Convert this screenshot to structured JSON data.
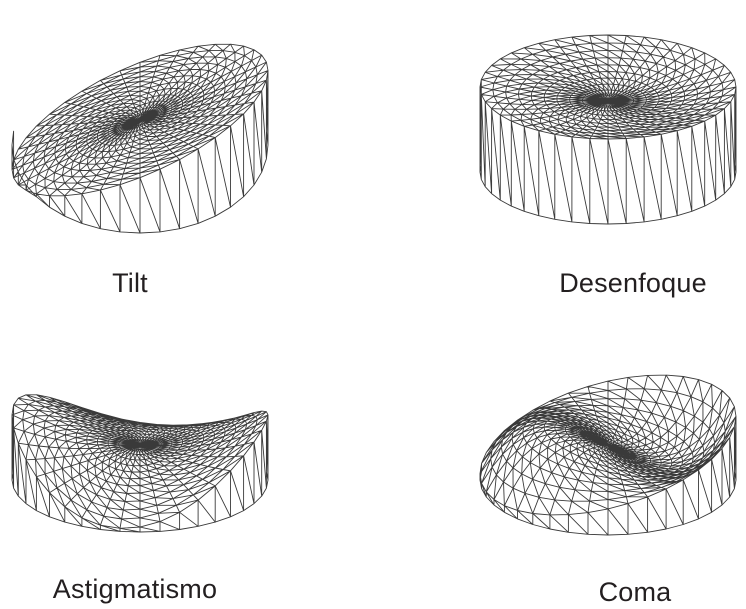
{
  "panels": [
    {
      "id": "tilt",
      "label": "Tilt"
    },
    {
      "id": "desenfoque",
      "label": "Desenfoque"
    },
    {
      "id": "astigmatismo",
      "label": "Astigmatismo"
    },
    {
      "id": "coma",
      "label": "Coma"
    }
  ],
  "colors": {
    "mesh": "#3a3a3a",
    "background": "#ffffff",
    "text": "#231f20"
  }
}
